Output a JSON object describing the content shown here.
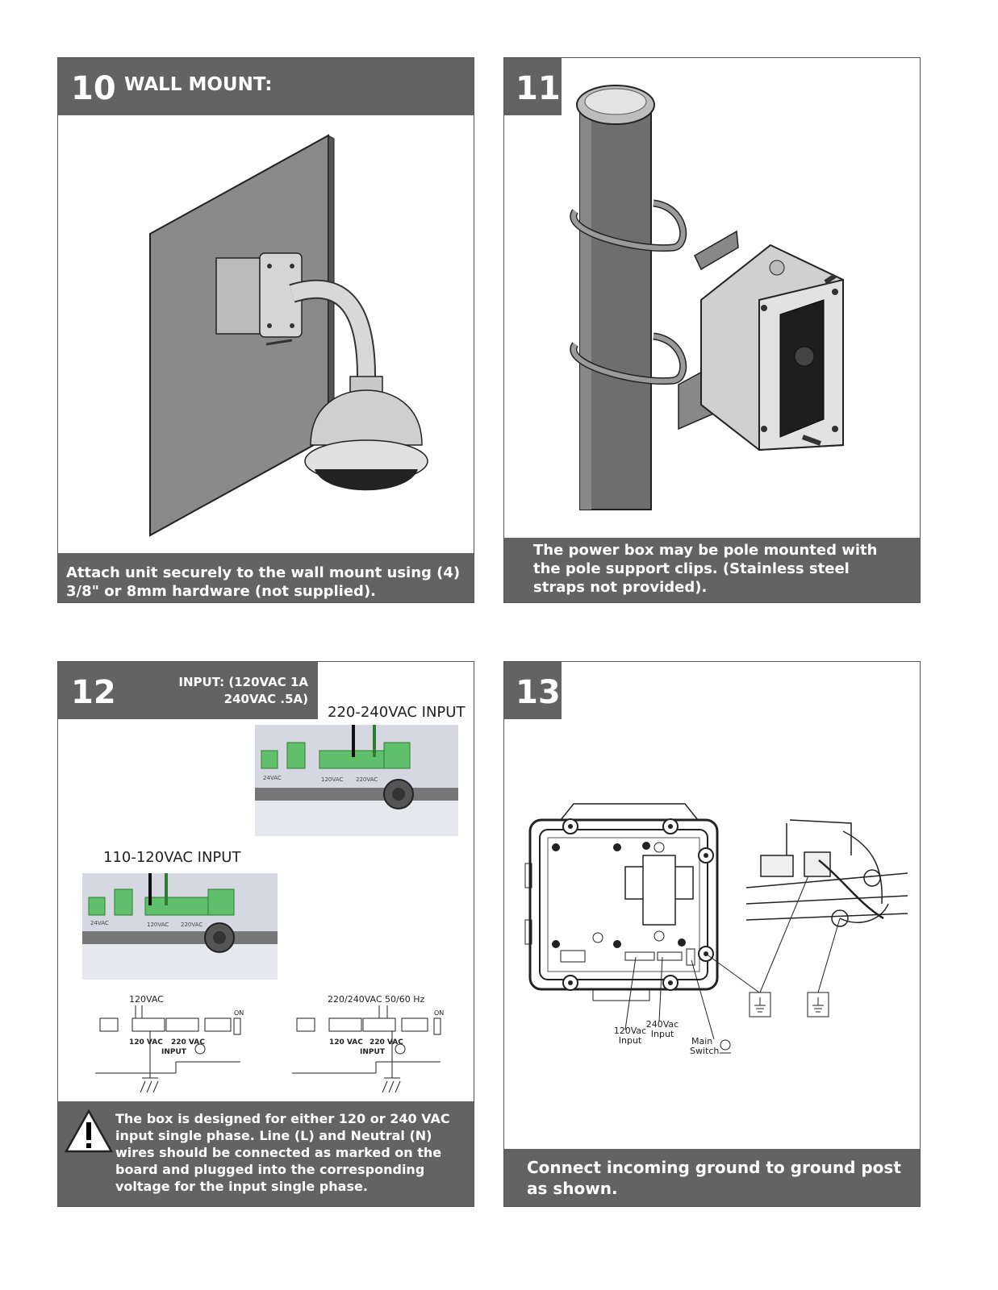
{
  "panel10": {
    "number": "10",
    "title": "WALL MOUNT:",
    "caption": "Attach unit securely to the wall mount using (4) 3/8\" or 8mm hardware (not supplied)."
  },
  "panel11": {
    "number": "11",
    "caption": "The power box may be pole mounted with the pole support clips.  (Stainless steel straps not provided)."
  },
  "panel12": {
    "number": "12",
    "input_line1": "INPUT: (120VAC 1A",
    "input_line2": "240VAC .5A)",
    "photo_220_label": "220-240VAC INPUT",
    "photo_110_label": "110-120VAC INPUT",
    "photo_24vac": "24VAC",
    "photo_120vac": "120VAC",
    "photo_220vac": "220VAC",
    "diagram_left_top": "120VAC",
    "diagram_right_top": "220/240VAC 50/60 Hz",
    "diagram_120": "120 VAC",
    "diagram_220": "220 VAC",
    "diagram_input": "INPUT",
    "diagram_on": "ON",
    "caption": "The box is designed for either 120 or 240 VAC input single phase.  Line (L) and Neutral (N) wires should be connected as marked on the board and plugged into the corresponding voltage for  the input single phase."
  },
  "panel13": {
    "number": "13",
    "label_120": "120Vac Input",
    "label_240": "240Vac Input",
    "label_main_line1": "Main",
    "label_main_line2": "Switch",
    "caption": "Connect incoming ground to ground post as shown."
  }
}
